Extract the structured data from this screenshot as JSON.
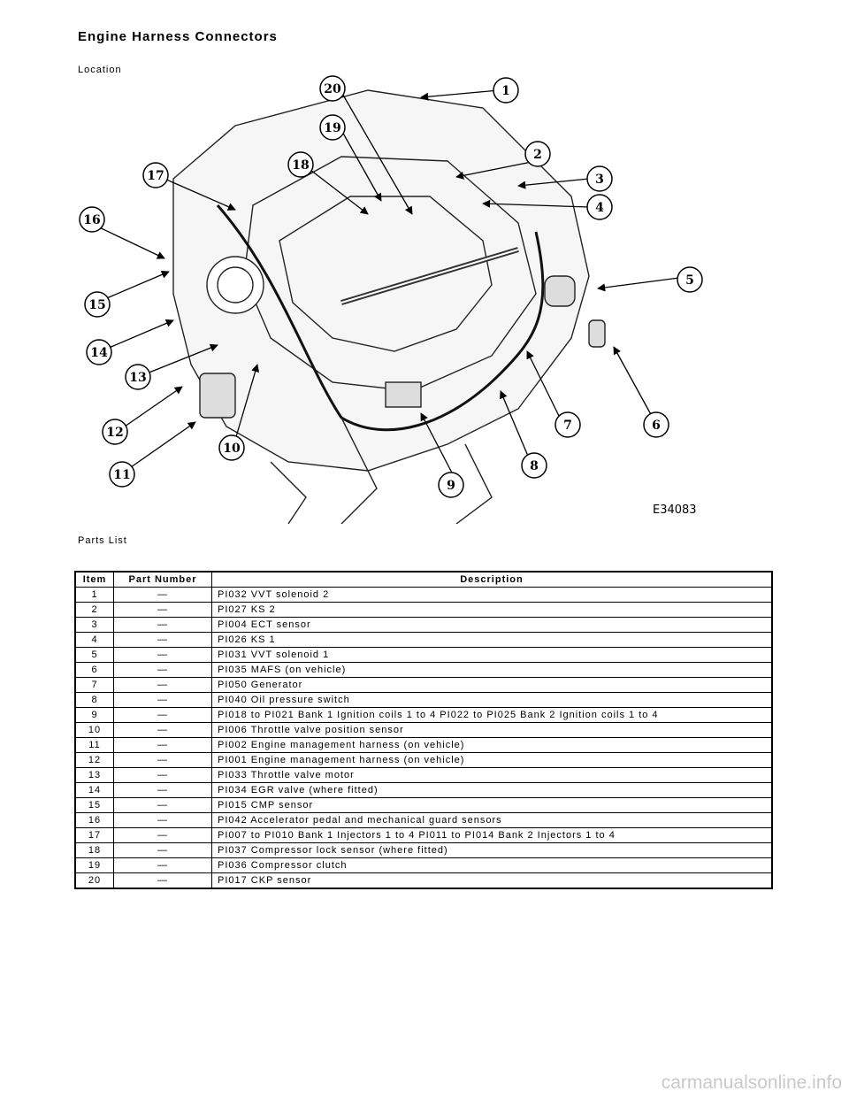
{
  "page": {
    "title": "Engine Harness Connectors"
  },
  "labels": {
    "location": "Location",
    "parts_list": "Parts List"
  },
  "figure": {
    "ref": "E34083",
    "callouts": [
      "1",
      "2",
      "3",
      "4",
      "5",
      "6",
      "7",
      "8",
      "9",
      "10",
      "11",
      "12",
      "13",
      "14",
      "15",
      "16",
      "17",
      "18",
      "19",
      "20"
    ]
  },
  "table": {
    "headers": [
      "Item",
      "Part Number",
      "Description"
    ],
    "rows": [
      [
        "1",
        "—",
        "PI032 VVT solenoid 2"
      ],
      [
        "2",
        "—",
        "PI027 KS 2"
      ],
      [
        "3",
        "—",
        "PI004 ECT sensor"
      ],
      [
        "4",
        "—",
        "PI026 KS 1"
      ],
      [
        "5",
        "—",
        "PI031 VVT solenoid 1"
      ],
      [
        "6",
        "—",
        "PI035 MAFS (on vehicle)"
      ],
      [
        "7",
        "—",
        "PI050 Generator"
      ],
      [
        "8",
        "—",
        "PI040 Oil pressure switch"
      ],
      [
        "9",
        "—",
        "PI018 to PI021 Bank 1 Ignition coils 1 to 4 PI022 to PI025 Bank 2 Ignition coils 1 to 4"
      ],
      [
        "10",
        "—",
        "PI006 Throttle valve position sensor"
      ],
      [
        "11",
        "—",
        "PI002 Engine management harness (on vehicle)"
      ],
      [
        "12",
        "—",
        "PI001 Engine management harness (on vehicle)"
      ],
      [
        "13",
        "—",
        "PI033 Throttle valve motor"
      ],
      [
        "14",
        "—",
        "PI034 EGR valve (where fitted)"
      ],
      [
        "15",
        "—",
        "PI015 CMP sensor"
      ],
      [
        "16",
        "—",
        "PI042 Accelerator pedal and mechanical guard sensors"
      ],
      [
        "17",
        "—",
        "PI007 to PI010 Bank 1 Injectors 1 to 4 PI011 to PI014 Bank 2 Injectors 1 to 4"
      ],
      [
        "18",
        "—",
        "PI037 Compressor lock sensor (where fitted)"
      ],
      [
        "19",
        "—",
        "PI036 Compressor clutch"
      ],
      [
        "20",
        "—",
        "PI017 CKP sensor"
      ]
    ]
  },
  "watermark": "carmanualsonline.info"
}
